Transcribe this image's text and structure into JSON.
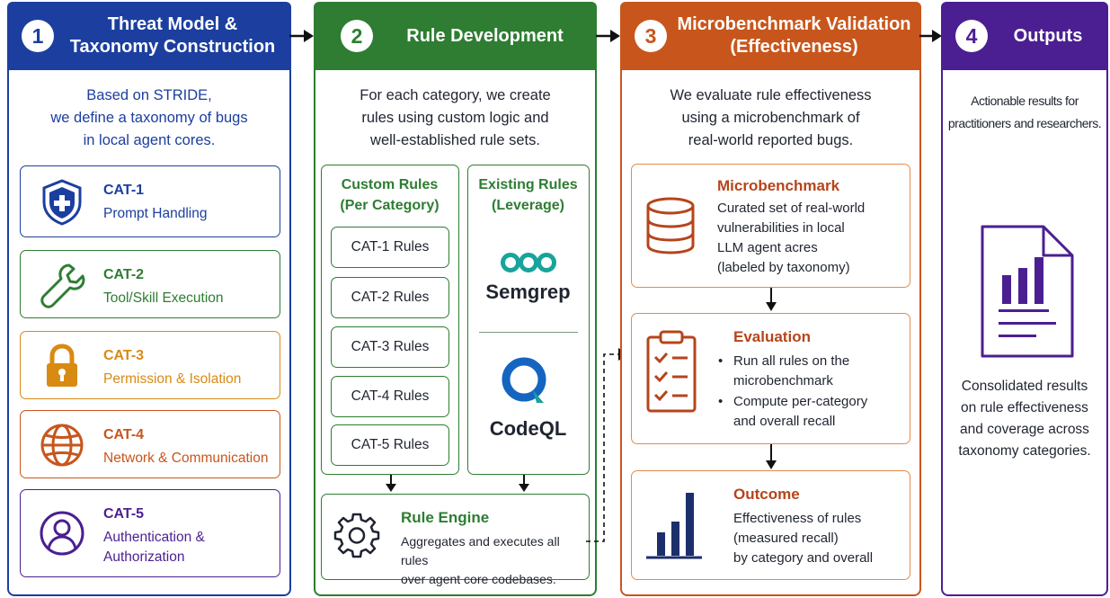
{
  "steps": [
    {
      "number": "1",
      "title_line1": "Threat Model &",
      "title_line2": "Taxonomy Construction",
      "color": "#1c3f9f"
    },
    {
      "number": "2",
      "title": "Rule Development",
      "color": "#2e7d32"
    },
    {
      "number": "3",
      "title_line1": "Microbenchmark Validation",
      "title_line2": "(Effectiveness)",
      "color": "#c8561c"
    },
    {
      "number": "4",
      "title": "Outputs",
      "color": "#4b1f91"
    }
  ],
  "col1": {
    "intro": [
      "Based on STRIDE,",
      "we define a taxonomy of bugs",
      "in local agent cores."
    ],
    "categories": [
      {
        "code": "CAT-1",
        "label_lines": [
          "Prompt Handling"
        ],
        "color": "#1c3f9f",
        "icon": "shield-plus-icon"
      },
      {
        "code": "CAT-2",
        "label_lines": [
          "Tool/Skill Execution"
        ],
        "color": "#2e7d32",
        "icon": "wrench-icon"
      },
      {
        "code": "CAT-3",
        "label_lines": [
          "Permission & Isolation"
        ],
        "color": "#d98a13",
        "icon": "padlock-icon"
      },
      {
        "code": "CAT-4",
        "label_lines": [
          "Network & Communication"
        ],
        "color": "#c8561c",
        "icon": "globe-icon"
      },
      {
        "code": "CAT-5",
        "label_lines": [
          "Authentication &",
          "Authorization"
        ],
        "color": "#4b1f91",
        "icon": "user-icon"
      }
    ]
  },
  "col2": {
    "intro": [
      "For each category, we create",
      "rules using custom logic and",
      "well-established rule sets."
    ],
    "custom_title": [
      "Custom Rules",
      "(Per Category)"
    ],
    "custom_rules": [
      "CAT-1 Rules",
      "CAT-2 Rules",
      "CAT-3 Rules",
      "CAT-4 Rules",
      "CAT-5 Rules"
    ],
    "existing_title": [
      "Existing Rules",
      "(Leverage)"
    ],
    "tools": [
      "Semgrep",
      "CodeQL"
    ],
    "engine_title": "Rule Engine",
    "engine_text": [
      "Aggregates and executes all rules",
      "over agent core codebases."
    ]
  },
  "col3": {
    "intro": [
      "We evaluate rule effectiveness",
      "using a microbenchmark of",
      "real-world reported bugs."
    ],
    "micro_title": "Microbenchmark",
    "micro_text": [
      "Curated set of real-world",
      "vulnerabilities in local",
      "LLM agent acres",
      "(labeled by taxonomy)"
    ],
    "eval_title": "Evaluation",
    "eval_bullets": [
      [
        "Run all rules on the",
        "microbenchmark"
      ],
      [
        "Compute per-category",
        "and overall recall"
      ]
    ],
    "outcome_title": "Outcome",
    "outcome_text": [
      "Effectiveness of rules",
      "(measured recall)",
      "by category and overall"
    ]
  },
  "col4": {
    "intro": [
      "Actionable results for",
      "practitioners and researchers."
    ],
    "summary": [
      "Consolidated results",
      "on rule effectiveness",
      "and coverage across",
      "taxonomy categories."
    ]
  }
}
